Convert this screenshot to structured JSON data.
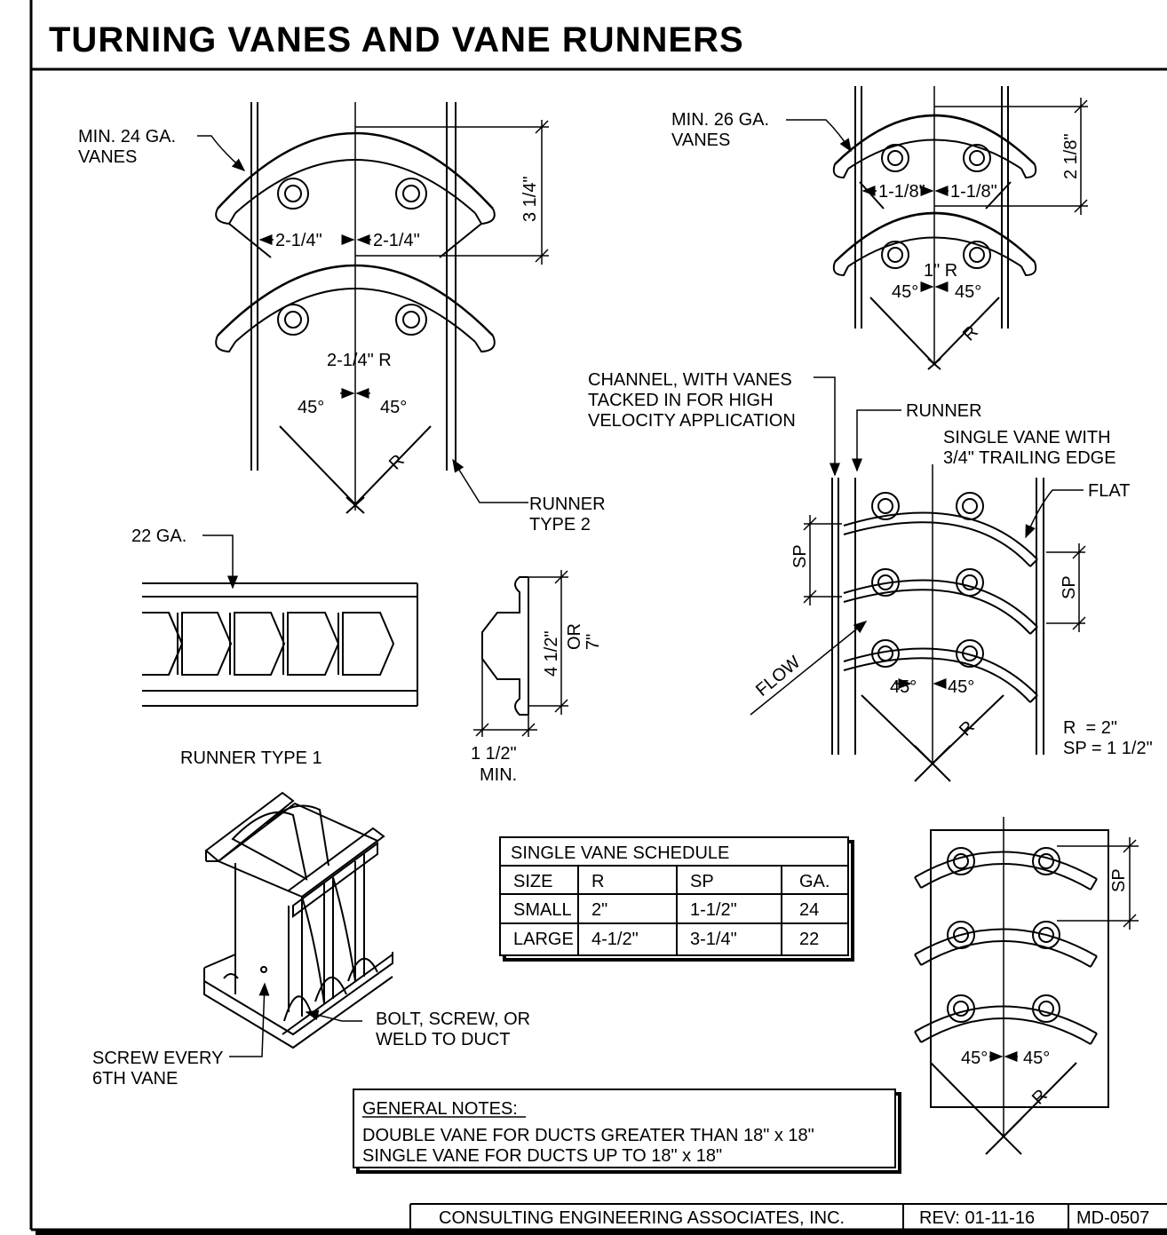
{
  "title": "TURNING VANES AND VANE RUNNERS",
  "detail_a": {
    "vanes_label": [
      "MIN. 24 GA.",
      "VANES"
    ],
    "dim_height": "3 1/4\"",
    "dim_left": "2-1/4\"",
    "dim_right": "2-1/4\"",
    "radius_label": "2-1/4\" R",
    "angle_left": "45°",
    "angle_right": "45°",
    "r_label": "R",
    "runner_label": [
      "RUNNER",
      "TYPE 2"
    ]
  },
  "detail_b": {
    "vanes_label": [
      "MIN. 26 GA.",
      "VANES"
    ],
    "dim_height": "2 1/8\"",
    "dim_left": "1-1/8\"",
    "dim_right": "1-1/8\"",
    "radius_label": "1\" R",
    "angle_left": "45°",
    "angle_right": "45°",
    "r_label": "R"
  },
  "runner_type1": {
    "gauge_label": "22 GA.",
    "caption": "RUNNER TYPE 1",
    "dim_height": "4 1/2\"",
    "dim_alt": [
      "OR",
      "7\""
    ],
    "dim_width": [
      "1 1/2\"",
      "MIN."
    ]
  },
  "detail_c": {
    "channel_label": [
      "CHANNEL, WITH VANES",
      "TACKED IN FOR HIGH",
      "VELOCITY APPLICATION"
    ],
    "runner_label": "RUNNER",
    "single_vane_label": [
      "SINGLE VANE WITH",
      "3/4\" TRAILING EDGE"
    ],
    "flat_label": "FLAT",
    "sp_left": "SP",
    "sp_right": "SP",
    "flow_label": "FLOW",
    "angle_left": "45°",
    "angle_right": "45°",
    "r_label": "R",
    "values": [
      "R  = 2\"",
      "SP = 1 1/2\""
    ]
  },
  "isometric": {
    "bolt_label": [
      "BOLT, SCREW, OR",
      "WELD TO DUCT"
    ],
    "screw_label": [
      "SCREW EVERY",
      "6TH VANE"
    ]
  },
  "schedule": {
    "title": "SINGLE VANE SCHEDULE",
    "headers": [
      "SIZE",
      "R",
      "SP",
      "GA."
    ],
    "rows": [
      [
        "SMALL",
        "2\"",
        "1-1/2\"",
        "24"
      ],
      [
        "LARGE",
        "4-1/2\"",
        "3-1/4\"",
        "22"
      ]
    ]
  },
  "detail_d": {
    "sp_label": "SP",
    "angle_left": "45°",
    "angle_right": "45°",
    "r_label": "R"
  },
  "notes": {
    "heading": "GENERAL NOTES:",
    "lines": [
      "DOUBLE VANE FOR DUCTS GREATER THAN 18\" x 18\"",
      "SINGLE VANE FOR DUCTS UP TO 18\" x 18\""
    ]
  },
  "title_block": {
    "company": "CONSULTING ENGINEERING ASSOCIATES, INC.",
    "revision": "REV: 01-11-16",
    "drawing_number": "MD-0507"
  }
}
